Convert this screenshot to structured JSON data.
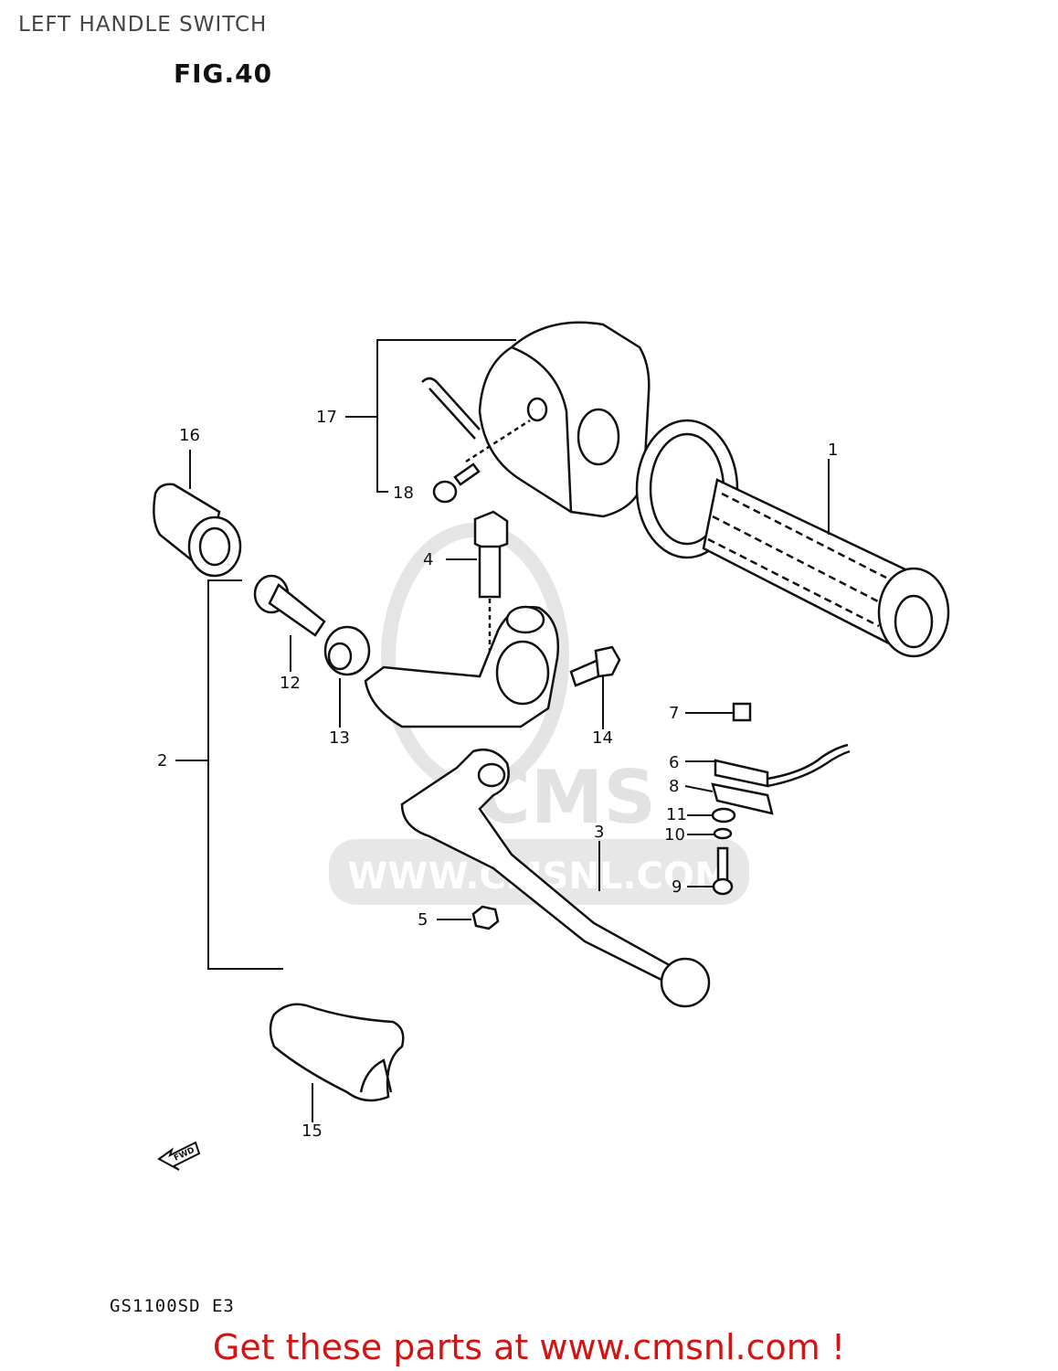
{
  "header": {
    "title": "LEFT HANDLE SWITCH",
    "figure": "FIG.40"
  },
  "callouts": {
    "1": "1",
    "2": "2",
    "3": "3",
    "4": "4",
    "5": "5",
    "6": "6",
    "7": "7",
    "8": "8",
    "9": "9",
    "10": "10",
    "11": "11",
    "12": "12",
    "13": "13",
    "14": "14",
    "15": "15",
    "16": "16",
    "17": "17",
    "18": "18"
  },
  "fwd_label": "FWD",
  "watermark": {
    "logo": "CMS",
    "url": "WWW.CMSNL.COM"
  },
  "footer": {
    "model_code": "GS1100SD E3",
    "promo": "Get these parts at www.cmsnl.com !"
  },
  "colors": {
    "promo_text": "#d21414",
    "line_art": "#111111",
    "watermark": "#b0b0b0"
  }
}
